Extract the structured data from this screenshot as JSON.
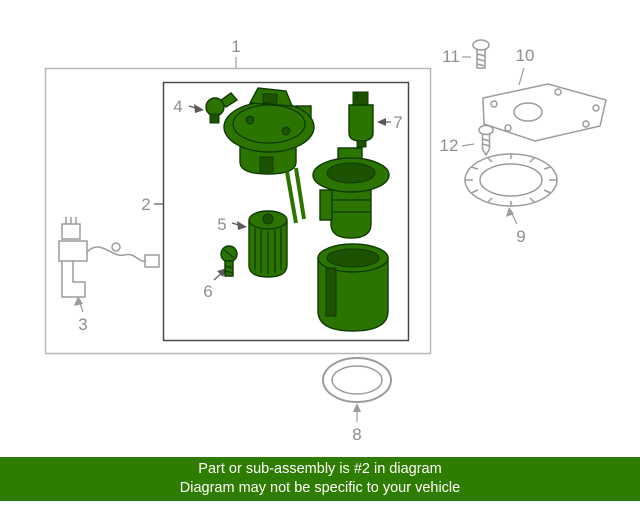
{
  "callouts": [
    {
      "num": "1"
    },
    {
      "num": "2"
    },
    {
      "num": "3"
    },
    {
      "num": "4"
    },
    {
      "num": "5"
    },
    {
      "num": "6"
    },
    {
      "num": "7"
    },
    {
      "num": "8"
    },
    {
      "num": "9"
    },
    {
      "num": "10"
    },
    {
      "num": "11"
    },
    {
      "num": "12"
    }
  ],
  "banner": {
    "line1": "Part or sub-assembly is #2 in diagram",
    "line2": "Diagram may not be specific to your vehicle"
  },
  "colors": {
    "highlight_green": "#2c7400",
    "highlight_dark": "#1d5200",
    "outline_dark": "#0e3a00",
    "banner_green": "#2e7d00",
    "banner_text": "#ffffff",
    "line_gray": "#9c9c9c",
    "label_gray": "#8f8f8f",
    "box_light": "#b8b8b8",
    "box_dark": "#4a4a4a"
  }
}
